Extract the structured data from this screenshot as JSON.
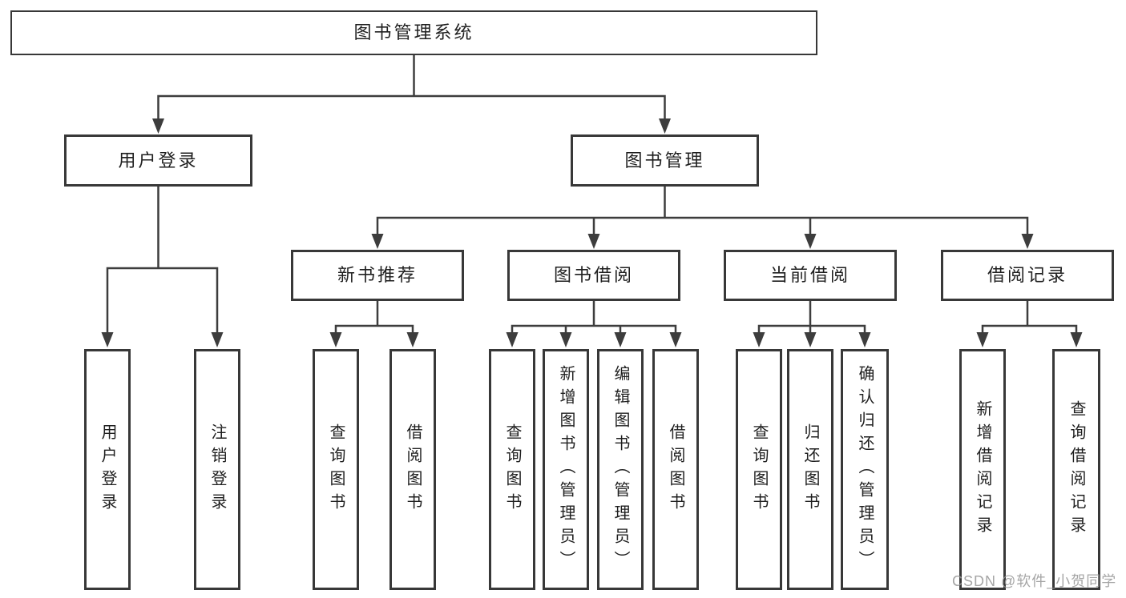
{
  "diagram": {
    "root": {
      "label": "图书管理系统"
    },
    "branches": [
      {
        "label": "用户登录",
        "children": [
          {
            "label": "用户登录"
          },
          {
            "label": "注销登录"
          }
        ]
      },
      {
        "label": "图书管理",
        "children": [
          {
            "label": "新书推荐",
            "children": [
              {
                "label": "查询图书"
              },
              {
                "label": "借阅图书"
              }
            ]
          },
          {
            "label": "图书借阅",
            "children": [
              {
                "label": "查询图书"
              },
              {
                "label": "新增图书（管理员）"
              },
              {
                "label": "编辑图书（管理员）"
              },
              {
                "label": "借阅图书"
              }
            ]
          },
          {
            "label": "当前借阅",
            "children": [
              {
                "label": "查询图书"
              },
              {
                "label": "归还图书"
              },
              {
                "label": "确认归还（管理员）"
              }
            ]
          },
          {
            "label": "借阅记录",
            "children": [
              {
                "label": "新增借阅记录"
              },
              {
                "label": "查询借阅记录"
              }
            ]
          }
        ]
      }
    ]
  },
  "watermark": {
    "text": "CSDN @软件_小贺同学"
  },
  "colors": {
    "line_color": "#3d3d3d",
    "box_border": "#383838",
    "box_bg": "#ffffff",
    "text_color": "#1f1f1f",
    "watermark_color": "#969696",
    "bg": "#ffffff"
  }
}
